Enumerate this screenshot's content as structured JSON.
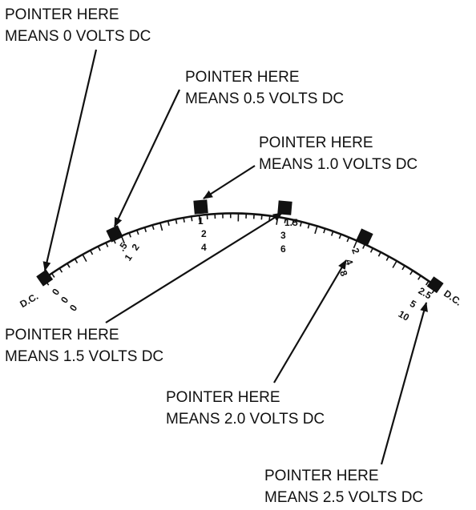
{
  "callouts": [
    {
      "line1": "POINTER HERE",
      "line2": "MEANS 0 VOLTS DC"
    },
    {
      "line1": "POINTER HERE",
      "line2": "MEANS 0.5 VOLTS DC"
    },
    {
      "line1": "POINTER HERE",
      "line2": "MEANS 1.0 VOLTS DC"
    },
    {
      "line1": "POINTER HERE",
      "line2": "MEANS 1.5 VOLTS DC"
    },
    {
      "line1": "POINTER HERE",
      "line2": "MEANS 2.0 VOLTS DC"
    },
    {
      "line1": "POINTER HERE",
      "line2": "MEANS 2.5 VOLTS DC"
    }
  ],
  "scale": {
    "left_end_label": "D.C.",
    "right_end_label": "D.C.",
    "zero_marks": [
      "0",
      "0",
      "0"
    ],
    "marks": [
      {
        "top": ".5",
        "mid": "1",
        "bottom": "2"
      },
      {
        "top": "1",
        "mid": "2",
        "bottom": "4"
      },
      {
        "top": "1.5",
        "mid": "3",
        "bottom": "6"
      },
      {
        "top": "2",
        "mid": "4",
        "bottom": "8"
      },
      {
        "top": "2.5",
        "mid": "5",
        "bottom": "10"
      }
    ]
  }
}
